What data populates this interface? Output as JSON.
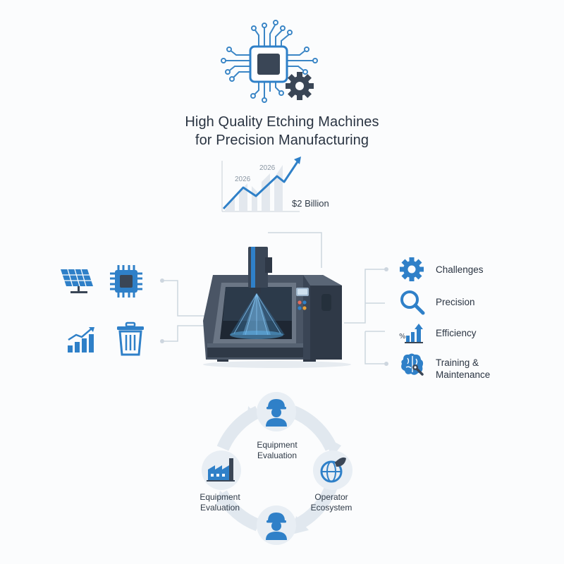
{
  "header": {
    "title_line1": "High Quality Etching Machines",
    "title_line2": "for Precision Manufacturing"
  },
  "market": {
    "year_left": "2026",
    "year_right": "2026",
    "value": "$2 Billion"
  },
  "features": [
    {
      "label": "Challenges",
      "icon": "gear-icon"
    },
    {
      "label": "Precision",
      "icon": "magnifier-icon"
    },
    {
      "label": "Efficiency",
      "icon": "percent-arrow-icon"
    },
    {
      "label_line1": "Training &",
      "label_line2": "Maintenance",
      "icon": "brain-wrench-icon"
    }
  ],
  "applications": [
    {
      "icon": "solar-panel-icon"
    },
    {
      "icon": "chip-icon"
    },
    {
      "icon": "growth-chart-icon"
    },
    {
      "icon": "trash-icon"
    }
  ],
  "cycle": {
    "center_line1": "Equipment",
    "center_line2": "Evaluation",
    "left_line1": "Equipment",
    "left_line2": "Evaluation",
    "right_line1": "Operator",
    "right_line2": "Ecosystem",
    "nodes": [
      {
        "icon": "worker-icon"
      },
      {
        "icon": "globe-leaf-icon"
      },
      {
        "icon": "worker-icon"
      },
      {
        "icon": "factory-icon"
      }
    ]
  },
  "colors": {
    "accent": "#2f80c8",
    "dark": "#3a4656",
    "line": "#c9d3dc",
    "circle": "#e4eaf0"
  }
}
